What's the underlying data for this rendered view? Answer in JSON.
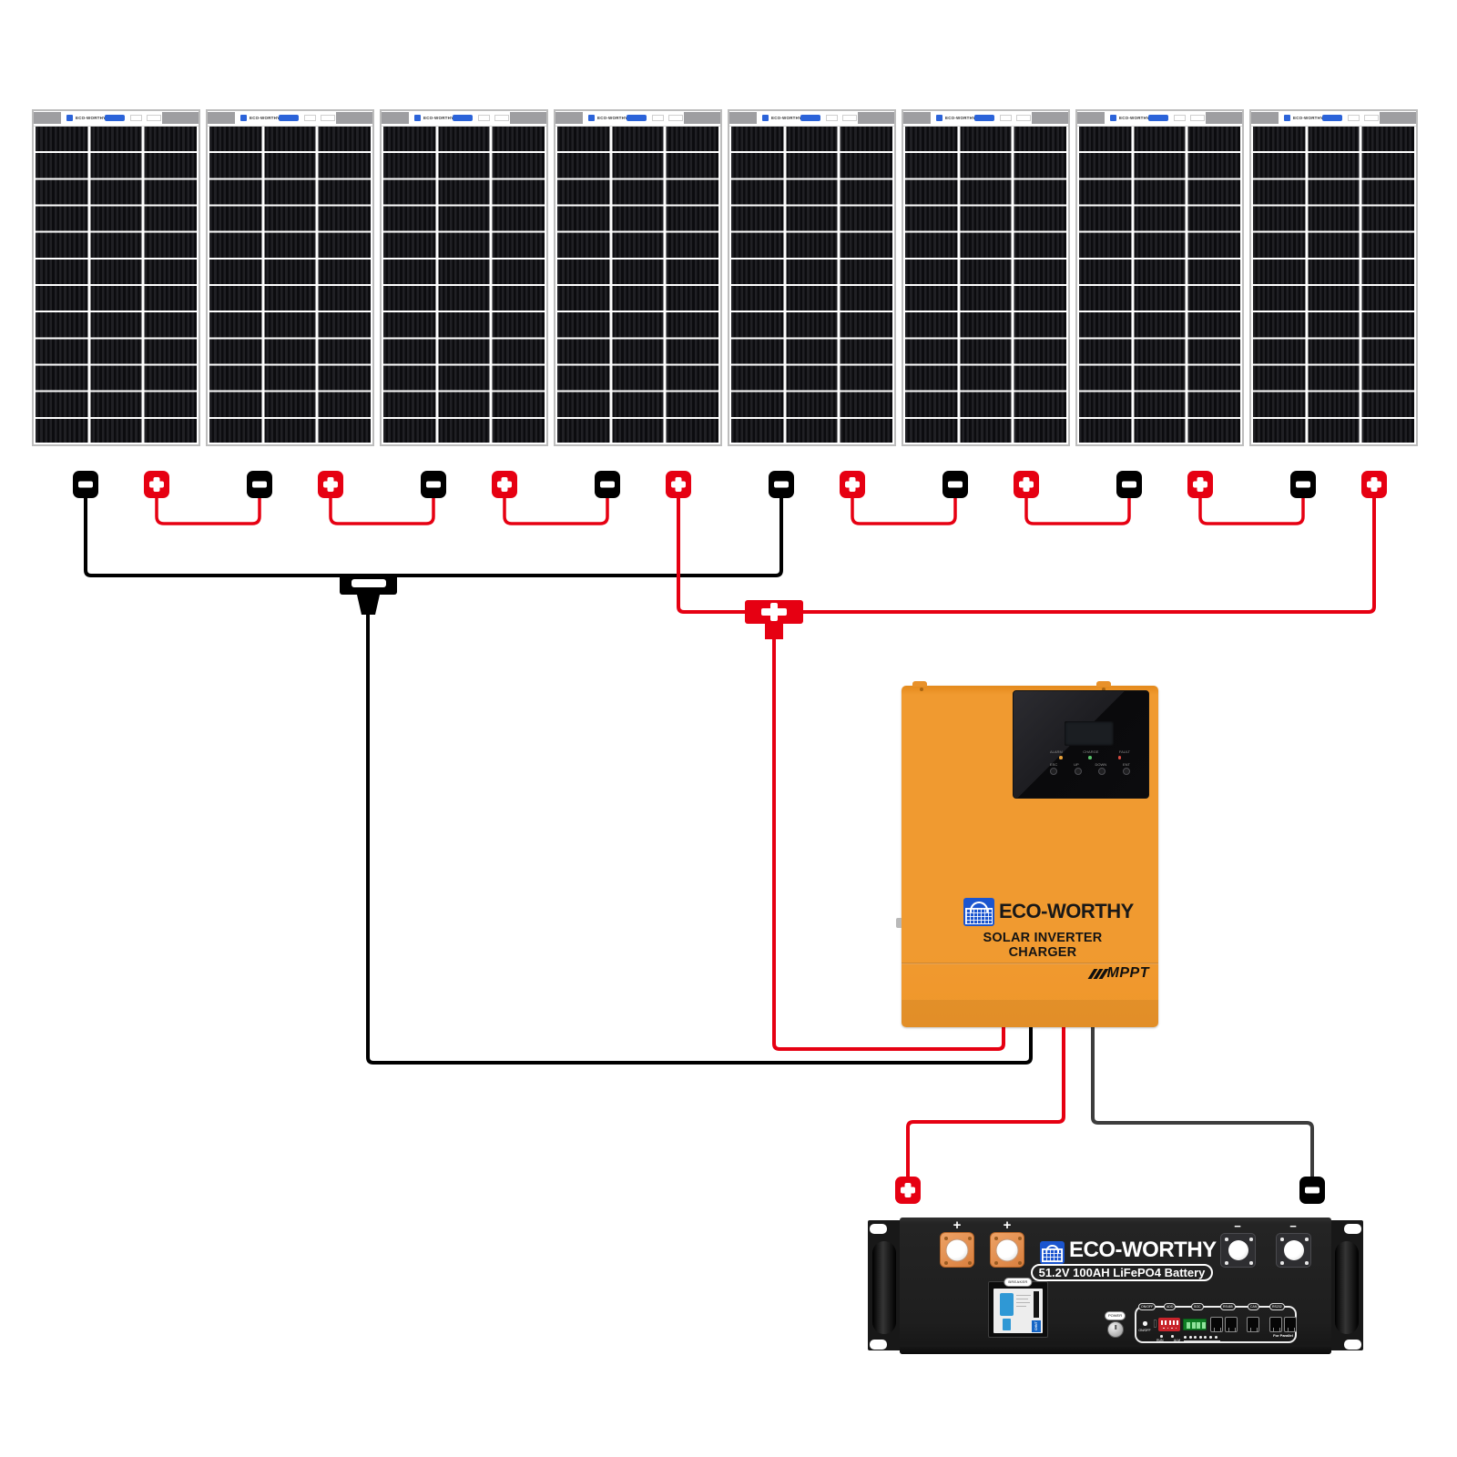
{
  "solar_array": {
    "panel_count": 8,
    "panel_label_brand": "ECO-WORTHY",
    "string_count": 2,
    "panels_per_string": 4,
    "connector_symbols": {
      "positive": "+",
      "negative": "−"
    }
  },
  "inverter": {
    "brand": "ECO-WORTHY",
    "product_label": "SOLAR INVERTER CHARGER",
    "tech_badge": "MPPT",
    "display": {
      "status_leds": [
        "ALARM",
        "CHARGE",
        "FAULT"
      ],
      "buttons": [
        "ESC",
        "UP",
        "DOWN",
        "ENT"
      ]
    }
  },
  "battery": {
    "brand": "ECO-WORTHY",
    "spec_label": "51.2V 100AH LiFePO4 Battery",
    "positive_terminal_label": "+",
    "negative_terminal_label": "−",
    "breaker_label": "BREAKER",
    "breaker_brand": "CHNT",
    "power_label": "POWER",
    "io_panel": {
      "port_labels": [
        "ON/OFF",
        "ADD",
        "SOC",
        "RS485",
        "CAN",
        "RS232"
      ],
      "onoff_label": "ON/OFF",
      "run_label": "RUN",
      "alarm_label": "ALM",
      "parallel_label": "For Parallel"
    }
  },
  "colors": {
    "positive_wire": "#e60012",
    "negative_wire": "#000000",
    "battery_negative_wire": "#3d3d3d",
    "inverter_orange": "#f09a30",
    "logo_blue": "#1b55cf",
    "status_led_colors": [
      "#e9a23b",
      "#58c26a",
      "#d84b40"
    ]
  }
}
